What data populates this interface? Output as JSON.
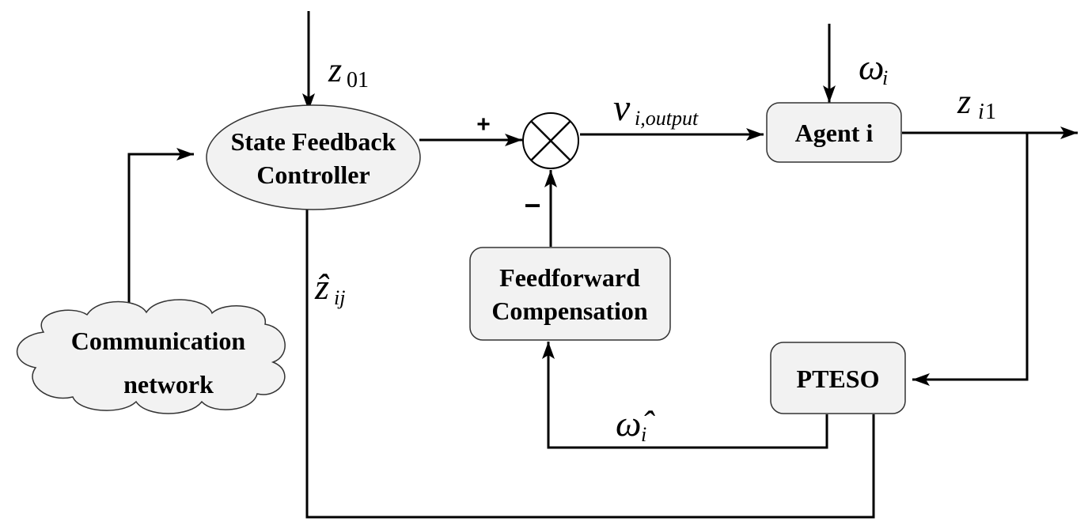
{
  "blocks": {
    "state_feedback_line1": "State Feedback",
    "state_feedback_line2": "Controller",
    "agent": "Agent i",
    "feedforward_line1": "Feedforward",
    "feedforward_line2": "Compensation",
    "pteso": "PTESO",
    "network_line1": "Communication",
    "network_line2": "network"
  },
  "signals": {
    "z01_main": "z",
    "z01_sub": "01",
    "omega_main": "ω",
    "omega_sub": "i",
    "v_main": "v",
    "v_sub": "i,output",
    "zi1_main": "z",
    "zi1_sub_i": "i",
    "zi1_sub_1": "1",
    "zhat_main": "ẑ",
    "zhat_sub": "ij",
    "omegahat_main": "ω̂",
    "omegahat_sub": "i"
  },
  "signs": {
    "plus": "+",
    "minus": "−"
  },
  "colors": {
    "block_fill": "#f2f2f2",
    "block_stroke": "#333333",
    "wire": "#000000"
  }
}
